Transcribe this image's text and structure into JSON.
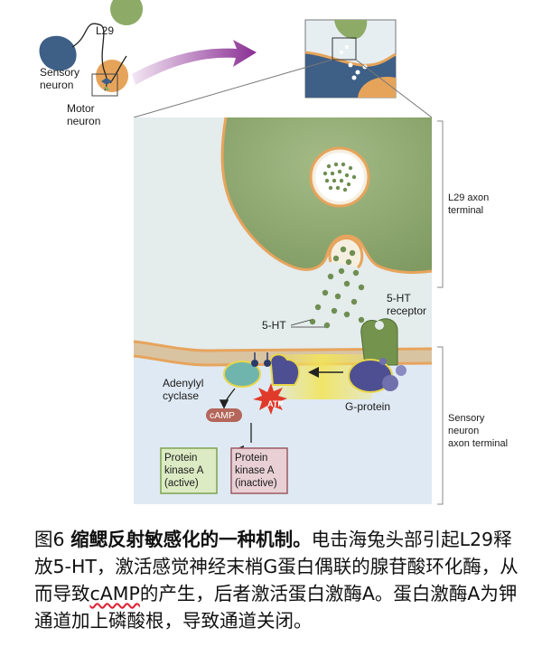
{
  "labels": {
    "l29_top": "L29",
    "sensory_neuron": [
      "Sensory",
      "neuron"
    ],
    "motor_neuron": [
      "Motor",
      "neuron"
    ],
    "l29_terminal": [
      "L29 axon",
      "terminal"
    ],
    "ht_receptor": [
      "5-HT",
      "receptor"
    ],
    "ht": "5-HT",
    "adenylyl_cyclase": [
      "Adenylyl",
      "cyclase"
    ],
    "camp": "cAMP",
    "atp": "ATP",
    "g_protein": "G-protein",
    "sensory_terminal": [
      "Sensory",
      "neuron",
      "axon terminal"
    ],
    "pka_active": [
      "Protein",
      "kinase A",
      "(active)"
    ],
    "pka_inactive": [
      "Protein",
      "kinase A",
      "(inactive)"
    ]
  },
  "caption": {
    "fig_no": "图6",
    "title": "缩鳃反射敏感化的一种机制。",
    "body_1": "电击海兔头部引起L29释放5-HT，激活感觉神经末梢G蛋白偶联的腺苷酸环化酶，从而导致",
    "camp": "cAMP",
    "body_2": "的产生，后者激活蛋白激酶A。蛋白激酶A为钾通道加上磷酸根，导致通道关闭。"
  },
  "colors": {
    "terminal_green": "#8ea86f",
    "synaptic_cleft": "#e4ecec",
    "sensory_blue": "#dfe9f3",
    "membrane_orange": "#e7a45c",
    "receptor_green": "#74944e",
    "gprotein_purple": "#4e4f92",
    "cyclase_teal": "#6fb5ad",
    "pka_active_fill": "#dcebc4",
    "pka_inactive_fill": "#e8d0d4",
    "camp_brown": "#b4665a",
    "atp_red": "#e03a2a",
    "signal_yellow": "#f2e45a",
    "arrow_purple": "#8a2f94"
  }
}
